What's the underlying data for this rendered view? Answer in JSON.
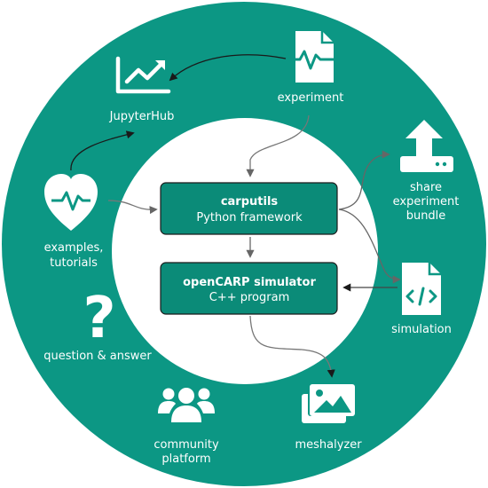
{
  "colors": {
    "teal": "#0c9784",
    "box_fill": "#0b8b78",
    "inner": "#ffffff",
    "arrow_outer": "#1a1a1a",
    "arrow_inner": "#777777"
  },
  "boxes": {
    "carputils": {
      "title": "carputils",
      "subtitle": "Python framework"
    },
    "opencarp": {
      "title": "openCARP simulator",
      "subtitle": "C++ program"
    }
  },
  "nodes": {
    "jupyterhub": {
      "label": "JupyterHub",
      "icon": "chart-line-icon"
    },
    "experiment": {
      "label": "experiment",
      "icon": "file-waveform-icon"
    },
    "examples": {
      "label_line1": "examples,",
      "label_line2": "tutorials",
      "icon": "heart-pulse-icon"
    },
    "share": {
      "label_line1": "share",
      "label_line2": "experiment",
      "label_line3": "bundle",
      "icon": "upload-icon"
    },
    "simulation": {
      "label": "simulation",
      "icon": "file-code-icon"
    },
    "qa": {
      "label": "question & answer",
      "icon": "question-mark-icon"
    },
    "community": {
      "label_line1": "community",
      "label_line2": "platform",
      "icon": "users-icon"
    },
    "meshalyzer": {
      "label": "meshalyzer",
      "icon": "images-icon"
    }
  }
}
